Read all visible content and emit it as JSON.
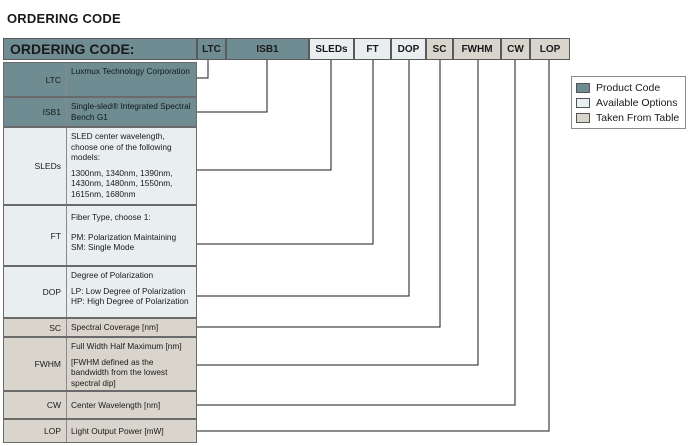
{
  "heading": "ORDERING CODE",
  "code_bar": {
    "title": "ORDERING CODE:",
    "fields": [
      {
        "key": "ltc",
        "label": "LTC",
        "type": "product"
      },
      {
        "key": "isb1",
        "label": "ISB1",
        "type": "product"
      },
      {
        "key": "sleds",
        "label": "SLEDs",
        "type": "options"
      },
      {
        "key": "ft",
        "label": "FT",
        "type": "options"
      },
      {
        "key": "dop",
        "label": "DOP",
        "type": "options"
      },
      {
        "key": "sc",
        "label": "SC",
        "type": "table"
      },
      {
        "key": "fwhm",
        "label": "FWHM",
        "type": "table"
      },
      {
        "key": "cw",
        "label": "CW",
        "type": "table"
      },
      {
        "key": "lop",
        "label": "LOP",
        "type": "table"
      }
    ]
  },
  "rows": [
    {
      "code": "LTC",
      "lines": [
        "Luxmux Technology Corporation"
      ]
    },
    {
      "code": "ISB1",
      "lines": [
        "Single-sled® Integrated Spectral Bench G1"
      ]
    },
    {
      "code": "SLEDs",
      "lines": [
        "SLED center wavelength, choose one of the following models:",
        "1300nm, 1340nm, 1390nm, 1430nm, 1480nm, 1550nm, 1615nm, 1680nm"
      ]
    },
    {
      "code": "FT",
      "lines": [
        "Fiber Type, choose 1:",
        "PM: Polarization Maintaining",
        "SM: Single Mode"
      ]
    },
    {
      "code": "DOP",
      "lines": [
        "Degree of Polarization",
        "LP: Low Degree of Polarization",
        "HP: High Degree of Polarization"
      ]
    },
    {
      "code": "SC",
      "lines": [
        "Spectral Coverage [nm]"
      ]
    },
    {
      "code": "FWHM",
      "lines": [
        "Full Width Half Maximum [nm]",
        "[FWHM defined as the bandwidth from the lowest spectral dip]"
      ]
    },
    {
      "code": "CW",
      "lines": [
        "Center Wavelength [nm]"
      ]
    },
    {
      "code": "LOP",
      "lines": [
        "Light Output Power [mW]"
      ]
    }
  ],
  "legend": [
    {
      "label": "Product Code",
      "color": "#6f8c93"
    },
    {
      "label": "Available Options",
      "color": "#e9eef0"
    },
    {
      "label": "Taken From Table",
      "color": "#d9d5cc"
    }
  ],
  "colors": {
    "product": "#6f8c93",
    "options": "#e9eef0",
    "table": "#d9d5cc"
  }
}
